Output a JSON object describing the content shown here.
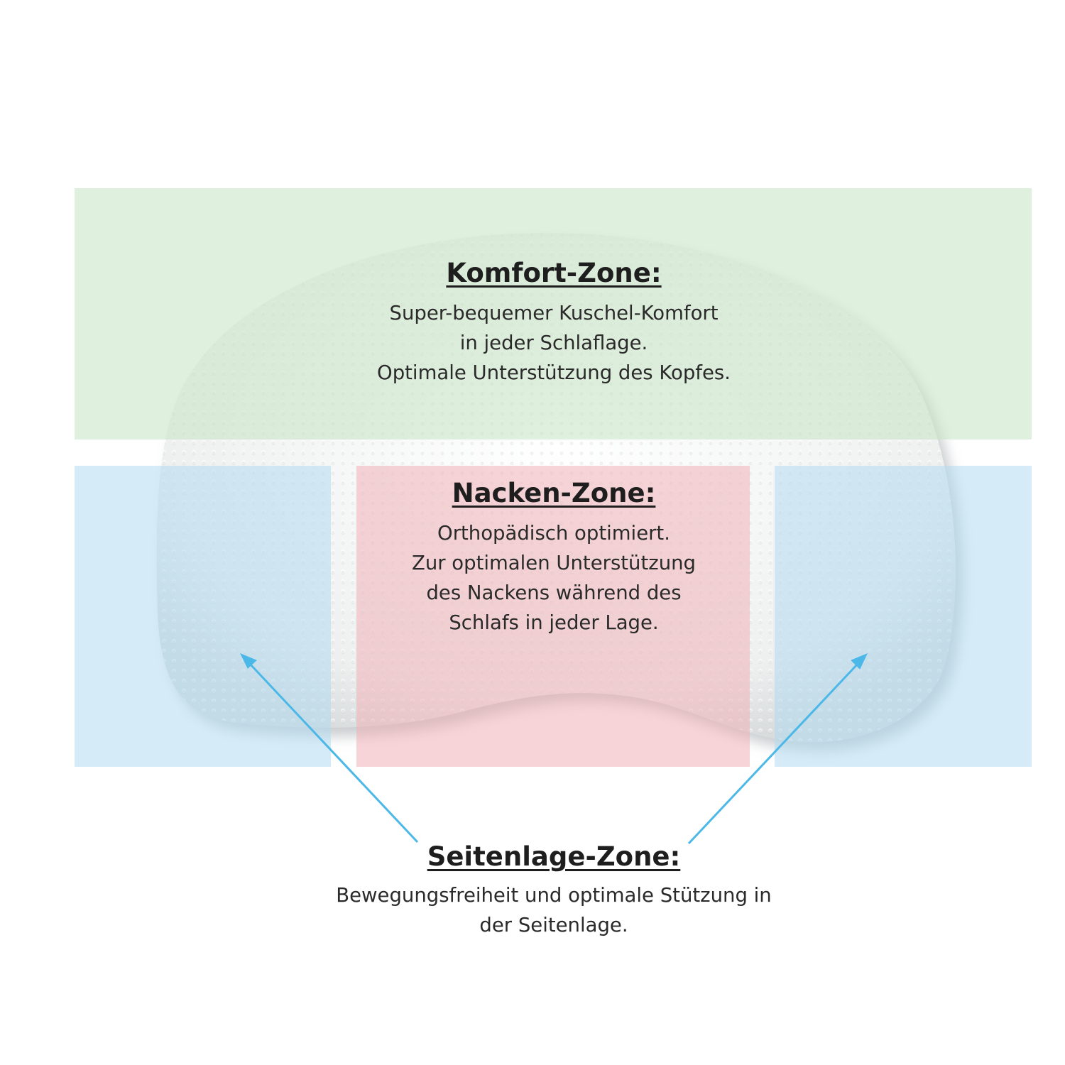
{
  "colors": {
    "background": "#ffffff",
    "komfort_zone": "#d8ecd6",
    "nacken_zone": "#f4c9cd",
    "seitenlage_zone": "#c9e6f5",
    "pillow_base": "#f2f4f4",
    "arrow": "#4bb8e8",
    "text": "#222222"
  },
  "zones": {
    "komfort": {
      "title": "Komfort-Zone:",
      "lines": [
        "Super-bequemer Kuschel-Komfort",
        "in jeder Schlaflage.",
        "Optimale Unterstützung des Kopfes."
      ]
    },
    "nacken": {
      "title": "Nacken-Zone:",
      "lines": [
        "Orthopädisch optimiert.",
        "Zur optimalen Unterstützung",
        "des Nackens während des",
        "Schlafs in jeder Lage."
      ]
    },
    "seitenlage": {
      "title": "Seitenlage-Zone:",
      "lines": [
        "Bewegungsfreiheit und optimale Stützung in",
        "der Seitenlage."
      ]
    }
  },
  "icons": {
    "pillow": "pillow-illustration",
    "arrow": "arrow-icon"
  }
}
